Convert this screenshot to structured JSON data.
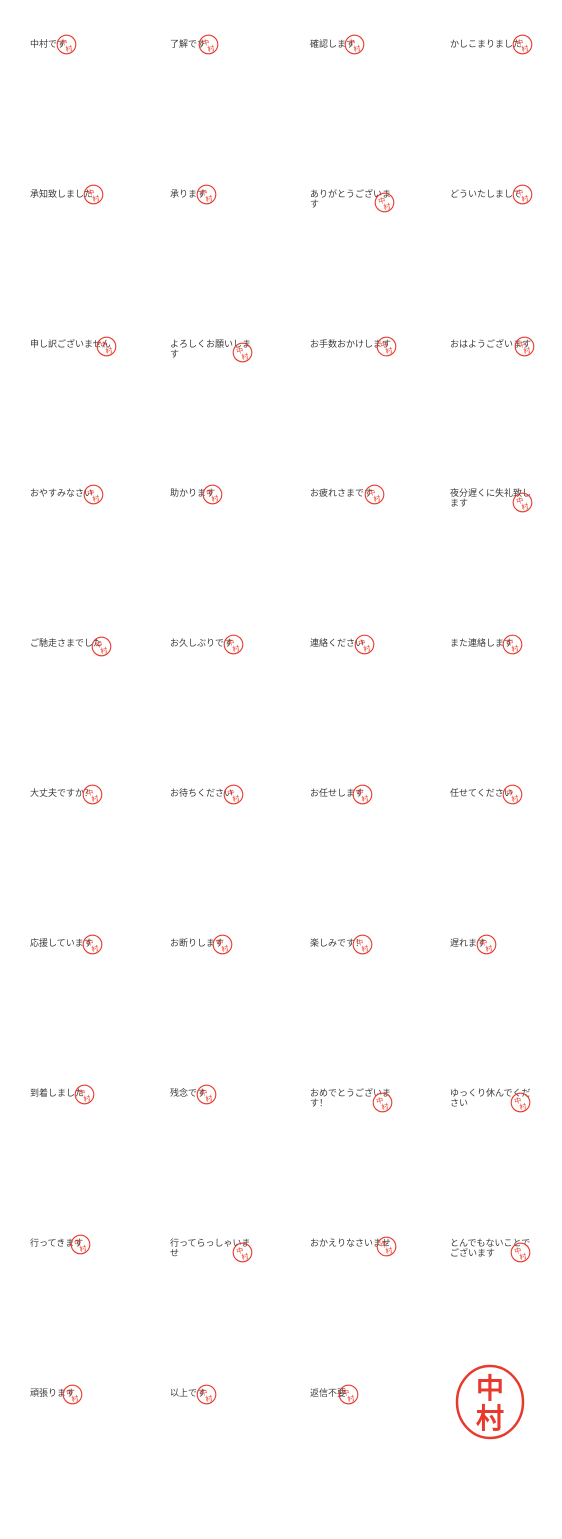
{
  "stamp": {
    "seal_text": "中村",
    "seal_color": "#e83a2c",
    "text_color": "#3a3a3a",
    "background": "#ffffff"
  },
  "stickers": [
    {
      "text": "中村です"
    },
    {
      "text": "了解です"
    },
    {
      "text": "確認します"
    },
    {
      "text": "かしこまりました"
    },
    {
      "text": "承知致しました"
    },
    {
      "text": "承ります"
    },
    {
      "text": "ありがとうございます"
    },
    {
      "text": "どういたしまして"
    },
    {
      "text": "申し訳ございません"
    },
    {
      "text": "よろしくお願いします"
    },
    {
      "text": "お手数おかけします"
    },
    {
      "text": "おはようございます"
    },
    {
      "text": "おやすみなさい"
    },
    {
      "text": "助かります"
    },
    {
      "text": "お疲れさまです"
    },
    {
      "text": "夜分遅くに失礼致します"
    },
    {
      "text": "ご馳走さまでした"
    },
    {
      "text": "お久しぶりです"
    },
    {
      "text": "連絡ください"
    },
    {
      "text": "また連絡します"
    },
    {
      "text": "大丈夫ですか？"
    },
    {
      "text": "お待ちください"
    },
    {
      "text": "お任せします"
    },
    {
      "text": "任せてください"
    },
    {
      "text": "応援しています"
    },
    {
      "text": "お断りします"
    },
    {
      "text": "楽しみです！"
    },
    {
      "text": "遅れます"
    },
    {
      "text": "到着しました"
    },
    {
      "text": "残念です"
    },
    {
      "text": "おめでとうございます！"
    },
    {
      "text": "ゆっくり休んでください"
    },
    {
      "text": "行ってきます"
    },
    {
      "text": "行ってらっしゃいませ"
    },
    {
      "text": "おかえりなさいませ"
    },
    {
      "text": "とんでもないことでございます"
    },
    {
      "text": "頑張ります"
    },
    {
      "text": "以上です"
    },
    {
      "text": "返信不要"
    }
  ]
}
